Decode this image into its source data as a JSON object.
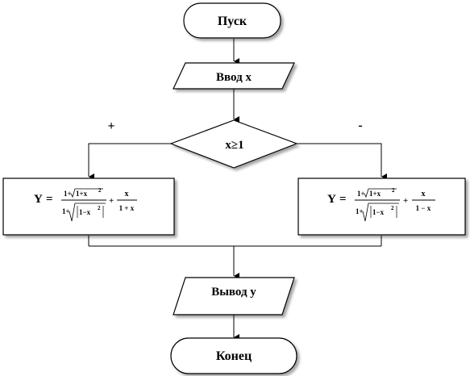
{
  "nodes": {
    "start": {
      "text": "Пуск"
    },
    "input": {
      "text": "Ввод х"
    },
    "condition": {
      "text": "х≥1"
    },
    "output": {
      "text": "Вывод у"
    },
    "end": {
      "text": "Конец"
    }
  },
  "branches": {
    "yes": "+",
    "no": "-"
  },
  "formulas": {
    "left": {
      "lhs": "Y",
      "eq": "=",
      "num": "1+",
      "num_rad": "1+x",
      "den": "1+",
      "den_rad": "1−x",
      "exp": "2",
      "plus": "+",
      "x": "x",
      "frac_den": "1 + x"
    },
    "right": {
      "lhs": "Y",
      "eq": "=",
      "num": "1+",
      "num_rad": "1+x",
      "den": "1+",
      "den_rad": "1−x",
      "exp": "2",
      "plus": "+",
      "x": "x",
      "frac_den": "1 − x"
    }
  }
}
